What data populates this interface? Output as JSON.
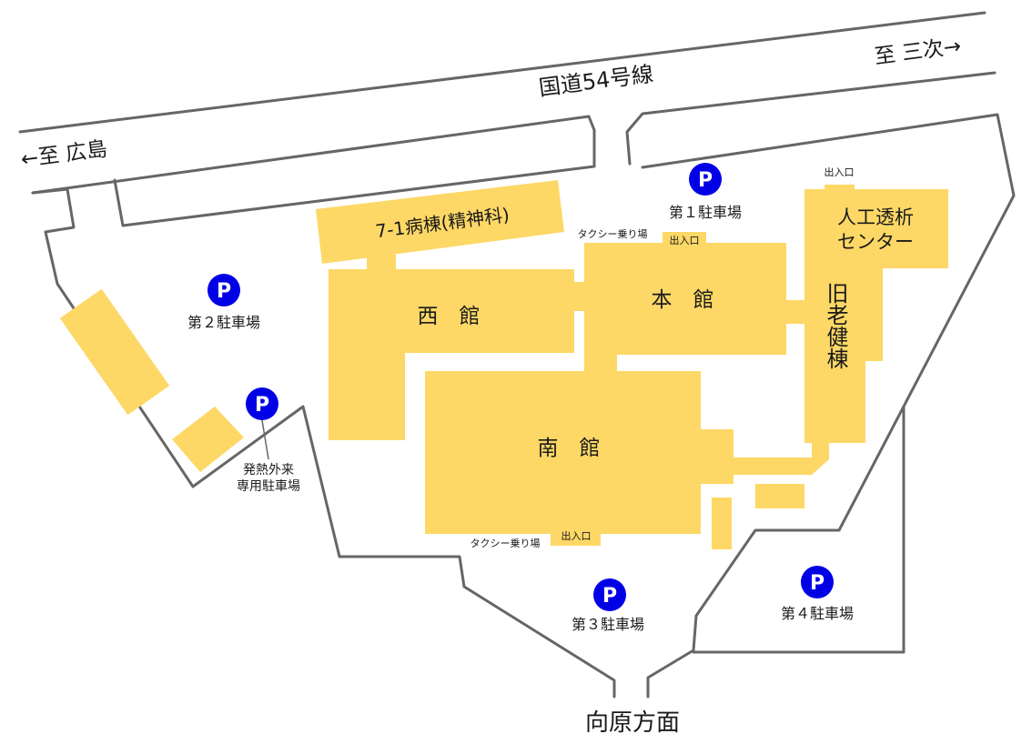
{
  "map": {
    "road": {
      "name": "国道54号線",
      "to_left": "←至 広島",
      "to_right": "至 三次→"
    },
    "direction_bottom": "向原方面",
    "buildings": {
      "ward_71": "7-1病棟(精神科)",
      "west": "西　館",
      "main": "本　館",
      "south": "南　館",
      "dialysis_line1": "人工透析",
      "dialysis_line2": "センター",
      "old_geriatric": "旧老健棟"
    },
    "entrances": {
      "dialysis": "出入口",
      "main": "出入口",
      "south": "出入口"
    },
    "taxi": {
      "main": "タクシー乗り場",
      "south": "タクシー乗り場"
    },
    "parking": {
      "symbol": "P",
      "p1": "第１駐車場",
      "p2": "第２駐車場",
      "p3": "第３駐車場",
      "p4": "第４駐車場",
      "fever_line1": "発熱外来",
      "fever_line2": "専用駐車場"
    },
    "colors": {
      "building": "#fdd866",
      "parking_icon": "#0000e6",
      "outline": "#666666"
    }
  }
}
